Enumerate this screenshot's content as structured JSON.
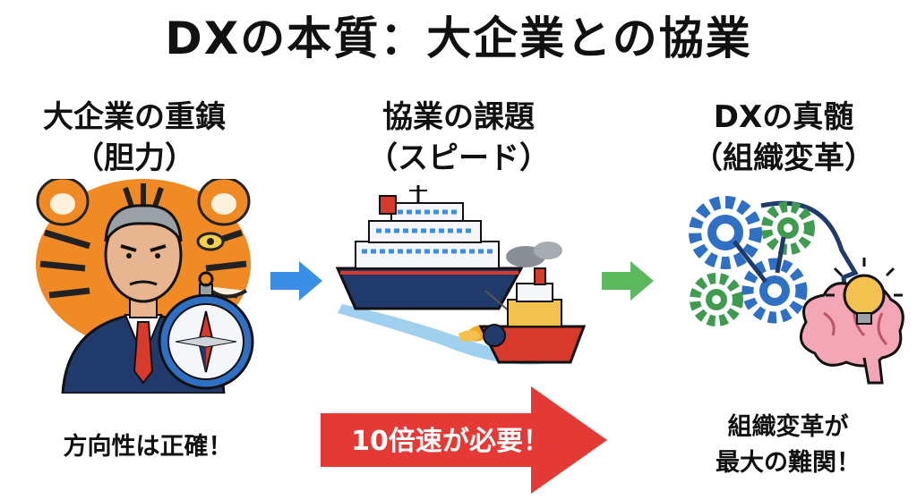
{
  "title": "DXの本質：大企業との協業",
  "columns": [
    {
      "heading_line1": "大企業の重鎮",
      "heading_line2": "（胆力）"
    },
    {
      "heading_line1": "協業の課題",
      "heading_line2": "（スピード）"
    },
    {
      "heading_line1": "DXの真髄",
      "heading_line2": "（組織変革）"
    }
  ],
  "captions": {
    "left": "方向性は正確！",
    "middle_arrow": "10倍速が必要！",
    "right_line1": "組織変革が",
    "right_line2": "最大の難関！"
  },
  "colors": {
    "blue_arrow": "#3a8ee6",
    "green_arrow": "#5cb85c",
    "red_arrow": "#e53935",
    "gear_blue": "#2f6fc4",
    "gear_green": "#3f9b4f",
    "tiger_orange": "#f08a24"
  },
  "icons": [
    "tiger-icon",
    "businessman-icon",
    "compass-icon",
    "cruise-ship-icon",
    "tugboat-icon",
    "gears-icon",
    "head-silhouette-icon",
    "brain-icon",
    "lightbulb-icon"
  ]
}
